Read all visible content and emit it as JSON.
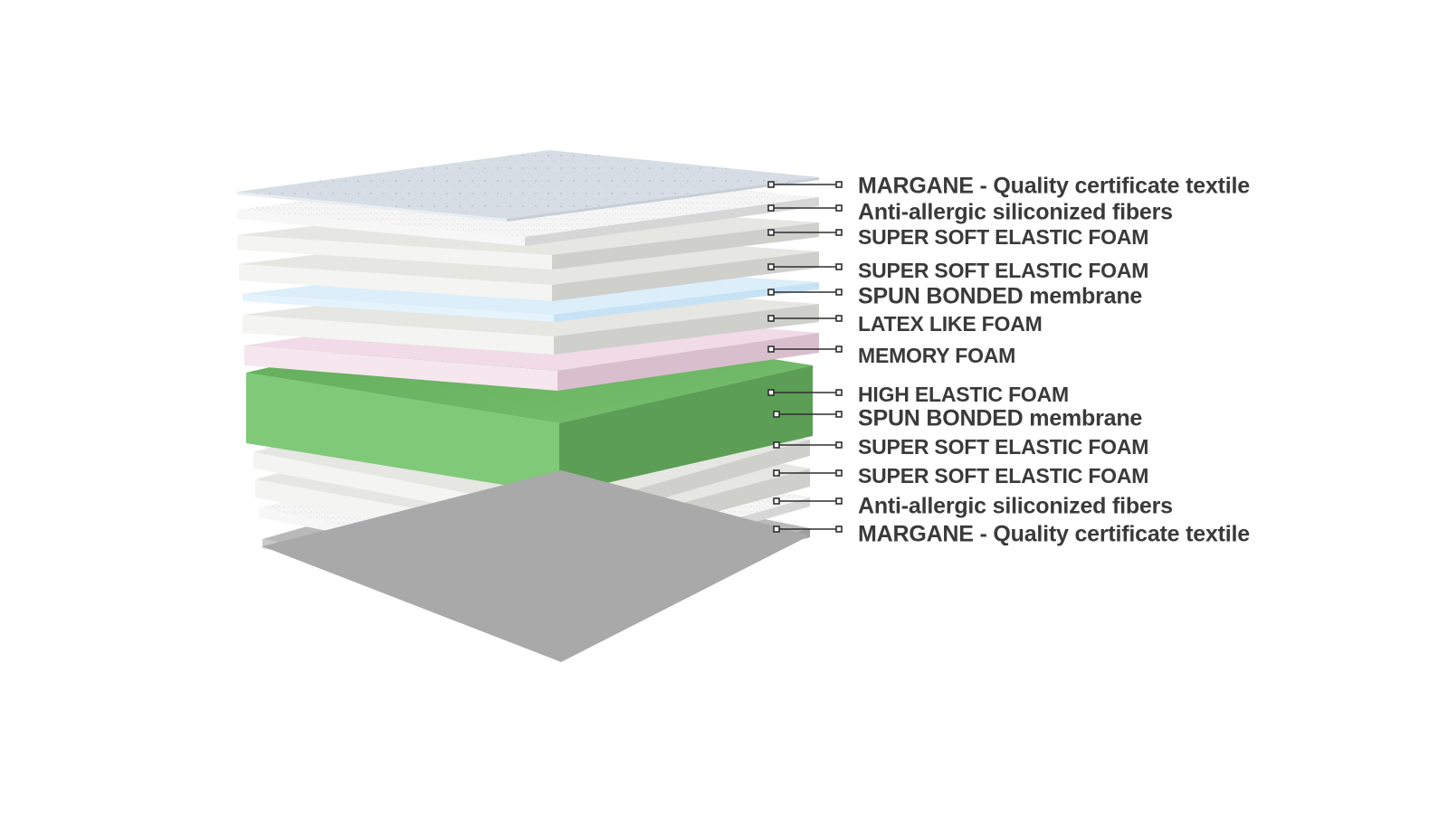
{
  "layers": [
    {
      "label": "MARGANE - Quality certificate textile",
      "kind": "textile"
    },
    {
      "label": "Anti-allergic siliconized fibers",
      "kind": "fiber"
    },
    {
      "label": "SUPER SOFT ELASTIC FOAM",
      "kind": "foam"
    },
    {
      "label": "SUPER SOFT ELASTIC FOAM",
      "kind": "foam"
    },
    {
      "label": "SPUN BONDED membrane",
      "kind": "membrane"
    },
    {
      "label": "LATEX LIKE FOAM",
      "kind": "foam"
    },
    {
      "label": "MEMORY FOAM",
      "kind": "memory"
    },
    {
      "label": "HIGH ELASTIC FOAM",
      "kind": "core"
    },
    {
      "label": "SPUN BONDED membrane",
      "kind": "membrane"
    },
    {
      "label": "SUPER SOFT ELASTIC FOAM",
      "kind": "foam"
    },
    {
      "label": "SUPER SOFT ELASTIC FOAM",
      "kind": "foam"
    },
    {
      "label": "Anti-allergic siliconized fibers",
      "kind": "fiber"
    },
    {
      "label": "MARGANE - Quality certificate textile",
      "kind": "base"
    }
  ],
  "colors": {
    "textile": "#d7dde5",
    "fiber": "#f2f2f2",
    "foam": "#e6e6e3",
    "membrane": "#dbeefa",
    "memory": "#f1dbe6",
    "core": "#72c06a",
    "base": "#b9b9b9",
    "label": "#3a3a3a"
  }
}
